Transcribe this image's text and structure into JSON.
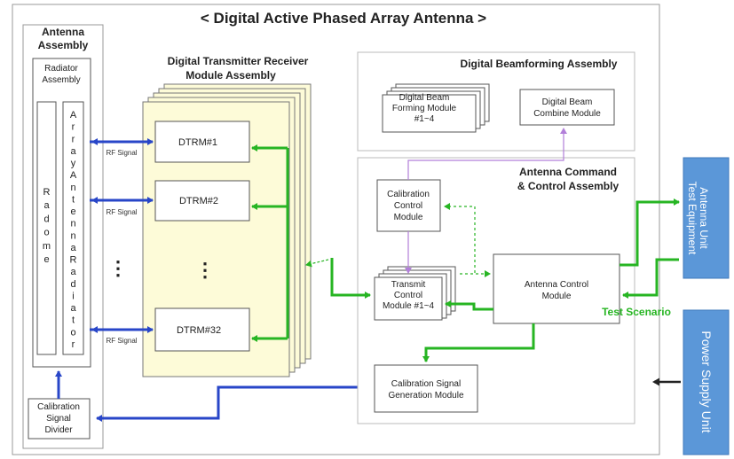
{
  "title": "< Digital Active Phased Array Antenna >",
  "antenna_assembly": {
    "title_line1": "Antenna",
    "title_line2": "Assembly",
    "radiator_line1": "Radiator",
    "radiator_line2": "Assembly",
    "radome": "Radome",
    "array_radiator": "ArrayAntennaRadiator",
    "cal_divider_line1": "Calibration",
    "cal_divider_line2": "Signal",
    "cal_divider_line3": "Divider"
  },
  "dtrm_assembly": {
    "title_line1": "Digital Transmitter Receiver",
    "title_line2": "Module Assembly",
    "modules": [
      "DTRM#1",
      "DTRM#2",
      "DTRM#32"
    ],
    "ellipsis": "⋮"
  },
  "rf_signal_label": "RF Signal",
  "beamforming": {
    "title": "Digital Beamforming Assembly",
    "dbf_module_line1": "Digital Beam",
    "dbf_module_line2": "Forming Module",
    "dbf_module_line3": "#1~4",
    "combine_line1": "Digital Beam",
    "combine_line2": "Combine Module"
  },
  "command_control": {
    "title_line1": "Antenna Command",
    "title_line2": "& Control Assembly",
    "cal_control_line1": "Calibration",
    "cal_control_line2": "Control",
    "cal_control_line3": "Module",
    "transmit_line1": "Transmit",
    "transmit_line2": "Control",
    "transmit_line3": "Module #1~4",
    "acm_line1": "Antenna Control",
    "acm_line2": "Module",
    "calgen_line1": "Calibration Signal",
    "calgen_line2": "Generation Module"
  },
  "test_scenario": "Test Scenario",
  "test_equipment_line1": "Antenna Unit",
  "test_equipment_line2": "Test Equipment",
  "power_supply": "Power Supply Unit",
  "colors": {
    "green": "#27b523",
    "blue": "#2846c8",
    "purple": "#b27fd9",
    "side_box": "#5b97d8",
    "dtrm_fill": "#fdfbd8"
  }
}
